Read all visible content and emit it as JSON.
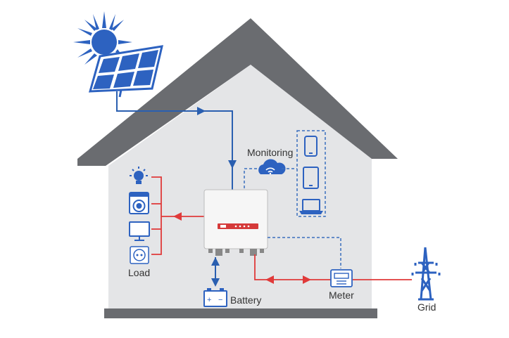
{
  "labels": {
    "monitoring": "Monitoring",
    "load": "Load",
    "battery": "Battery",
    "meter": "Meter",
    "grid": "Grid"
  },
  "colors": {
    "house_wall": "#e4e5e7",
    "roof": "#6a6c70",
    "blue_flow": "#2a5fb0",
    "red_flow": "#e03a3a",
    "dashed_link": "#3a6fbe",
    "sun": "#2d62c0",
    "inverter_body": "#f6f6f6",
    "inverter_panel": "#d53a3a"
  },
  "icons": {
    "solar": "solar-panel-icon",
    "sun": "sun-icon",
    "cloud": "wifi-cloud-icon",
    "phone": "smartphone-icon",
    "tablet": "tablet-icon",
    "laptop": "laptop-icon",
    "bulb": "light-bulb-icon",
    "washer": "washing-machine-icon",
    "monitor": "tv-monitor-icon",
    "socket": "power-socket-icon",
    "battery": "battery-icon",
    "meter": "energy-meter-icon",
    "tower": "power-tower-icon"
  }
}
